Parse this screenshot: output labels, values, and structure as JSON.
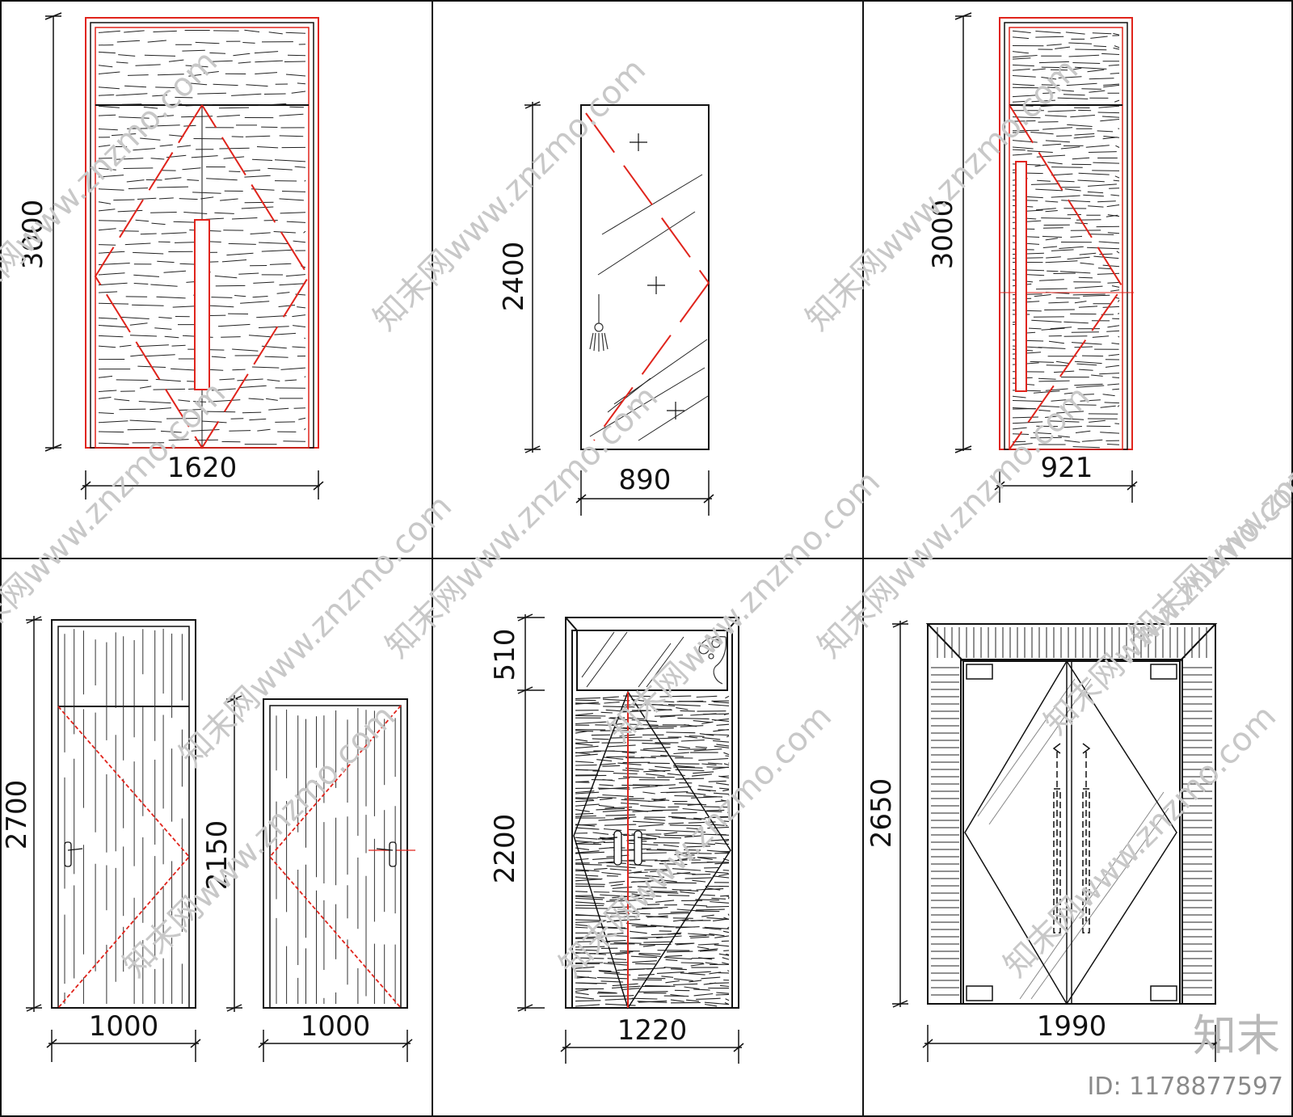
{
  "sheet": {
    "brand_logo": "知末",
    "image_id": "ID: 1178877597",
    "watermark_text": "知末网www.znzmo.com",
    "colors": {
      "line": "#111111",
      "accent": "#e0241c",
      "watermark": "#c8c8c8"
    }
  },
  "doors": [
    {
      "id": "d1",
      "width_label": "1620",
      "height_label": "3000"
    },
    {
      "id": "d2",
      "width_label": "890",
      "height_label": "2400"
    },
    {
      "id": "d3",
      "width_label": "921",
      "height_label": "3000"
    },
    {
      "id": "d4a",
      "width_label": "1000",
      "height_label": "2700"
    },
    {
      "id": "d4b",
      "width_label": "1000",
      "height_label": "2150"
    },
    {
      "id": "d5",
      "width_label": "1220",
      "height_labels": [
        "510",
        "2200"
      ]
    },
    {
      "id": "d6",
      "width_label": "1990",
      "height_label": "2650"
    }
  ]
}
